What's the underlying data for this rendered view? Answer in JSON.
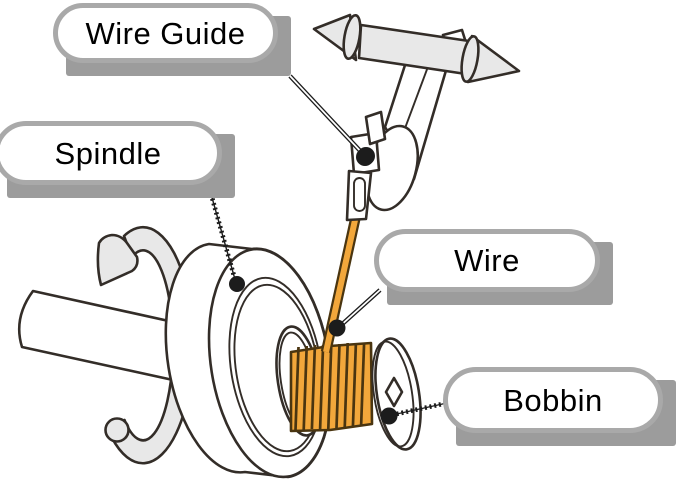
{
  "labels": {
    "wire_guide": "Wire Guide",
    "spindle": "Spindle",
    "wire": "Wire",
    "bobbin": "Bobbin"
  },
  "colors": {
    "background": "#FFFFFF",
    "outline": "#332D28",
    "metal_gray": "#E8E8E8",
    "wire_orange": "#F2A73B",
    "wire_outline": "#4A3510",
    "label_border": "#A9A9A9",
    "label_shadow": "#9C9C9C",
    "label_text": "#000000",
    "leader_color": "#1C1C1C"
  }
}
